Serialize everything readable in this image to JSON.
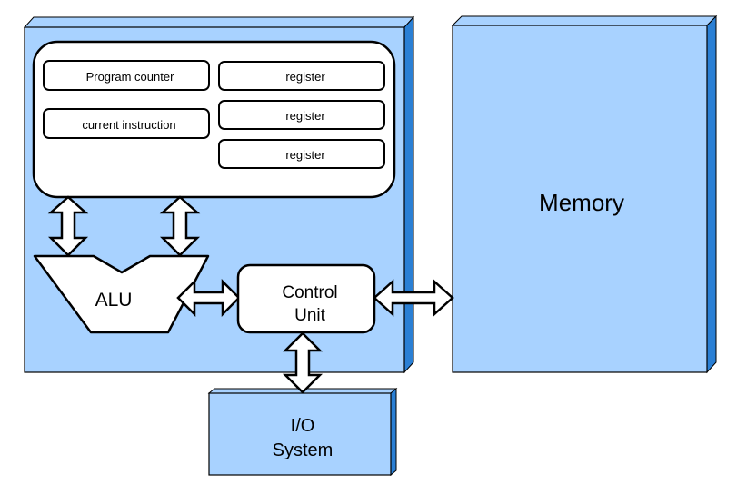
{
  "diagram": {
    "registers": {
      "program_counter": "Program counter",
      "current_instruction": "current instruction",
      "register_1": "register",
      "register_2": "register",
      "register_3": "register"
    },
    "alu_label": "ALU",
    "control_unit": {
      "line1": "Control",
      "line2": "Unit"
    },
    "memory_label": "Memory",
    "io_system": {
      "line1": "I/O",
      "line2": "System"
    }
  },
  "colors": {
    "box_fill": "#a8d2ff",
    "box_side": "#2a7fd4",
    "stroke": "#000000",
    "panel_fill": "#ffffff"
  }
}
